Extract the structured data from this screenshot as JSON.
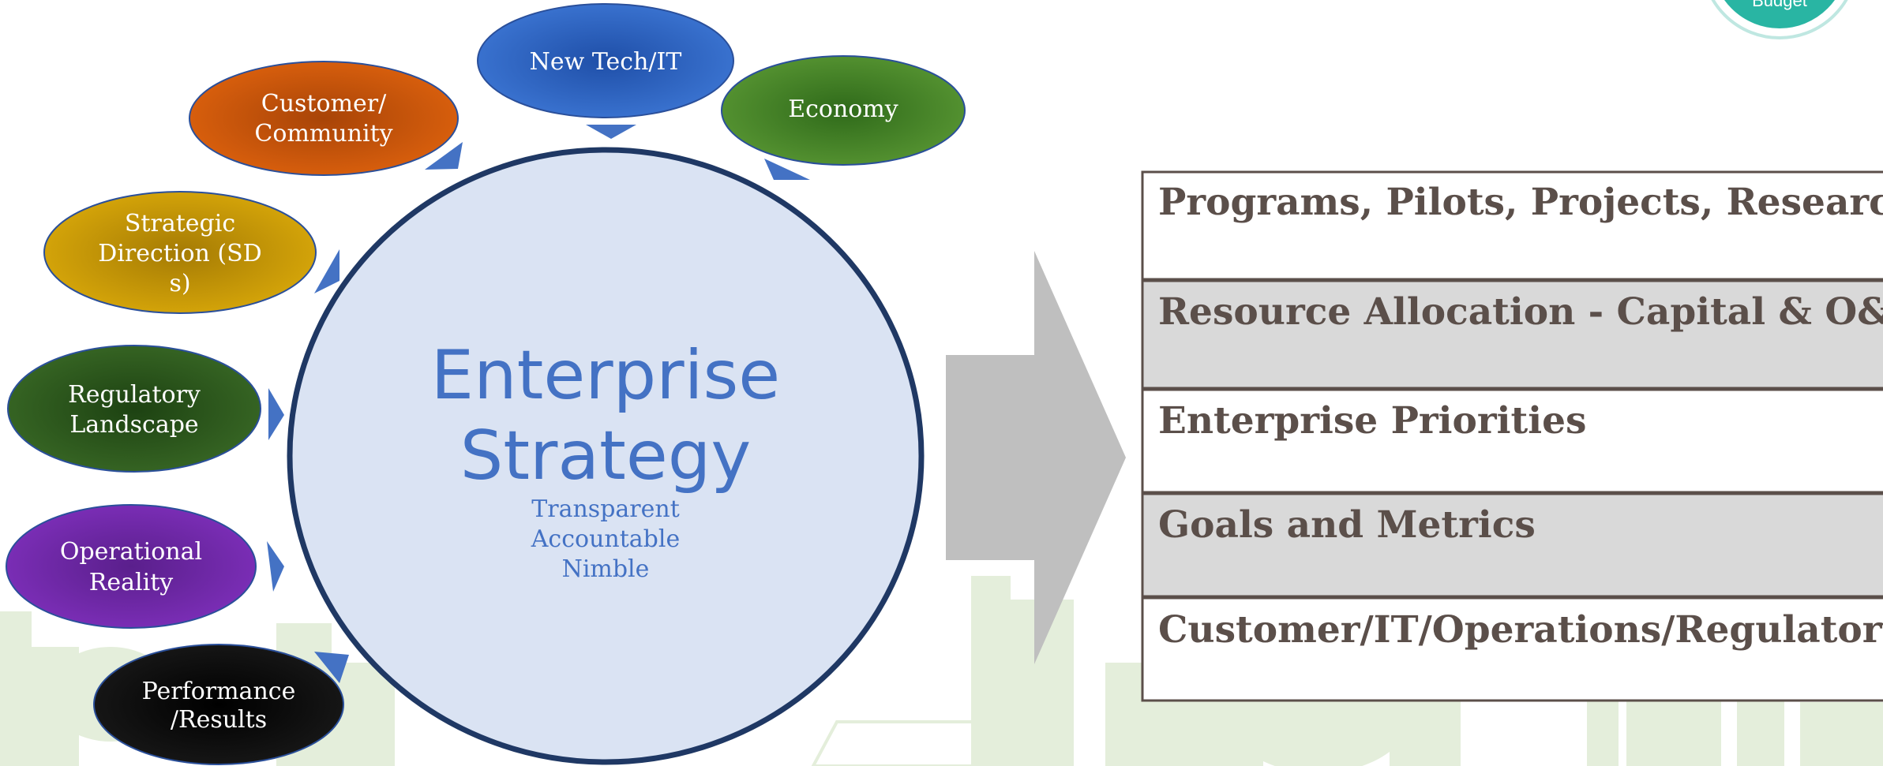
{
  "center": {
    "title_line1": "Enterprise",
    "title_line2": "Strategy",
    "values": [
      "Transparent",
      "Accountable",
      "Nimble"
    ]
  },
  "drivers": [
    {
      "id": "new-tech",
      "lines": [
        "New Tech/IT"
      ],
      "color": "#3468c6"
    },
    {
      "id": "economy",
      "lines": [
        "Economy"
      ],
      "color": "#4d8a2c"
    },
    {
      "id": "customer-community",
      "lines": [
        "Customer/",
        "Community"
      ],
      "color": "#c8530b"
    },
    {
      "id": "strategic-direction",
      "lines": [
        "Strategic",
        "Direction (SD",
        "s)"
      ],
      "color": "#c89a06"
    },
    {
      "id": "regulatory-landscape",
      "lines": [
        "Regulatory",
        "Landscape"
      ],
      "color": "#2f5a1f"
    },
    {
      "id": "operational-reality",
      "lines": [
        "Operational",
        "Reality"
      ],
      "color": "#6f2aa8"
    },
    {
      "id": "performance-results",
      "lines": [
        "Performance",
        "/Results"
      ],
      "color": "#0c0c0c"
    }
  ],
  "outcomes": [
    {
      "label": "Programs, Pilots, Projects, Research",
      "shaded": false
    },
    {
      "label": "Resource Allocation - Capital & O&M",
      "shaded": true
    },
    {
      "label": "Enterprise Priorities",
      "shaded": false
    },
    {
      "label": "Goals and Metrics",
      "shaded": true
    },
    {
      "label": "Customer/IT/Operations/Regulatory",
      "shaded": false
    }
  ],
  "badge": {
    "label": "Budget",
    "color": "#29b5a3"
  },
  "colors": {
    "circle_fill": "#dae3f3",
    "circle_stroke": "#1f3864",
    "pointer": "#4472c4",
    "arrow": "#bfbfbf",
    "row_shade": "#d9d9d9",
    "row_border": "#5b4f4a",
    "skyline": "#e4eedb"
  }
}
